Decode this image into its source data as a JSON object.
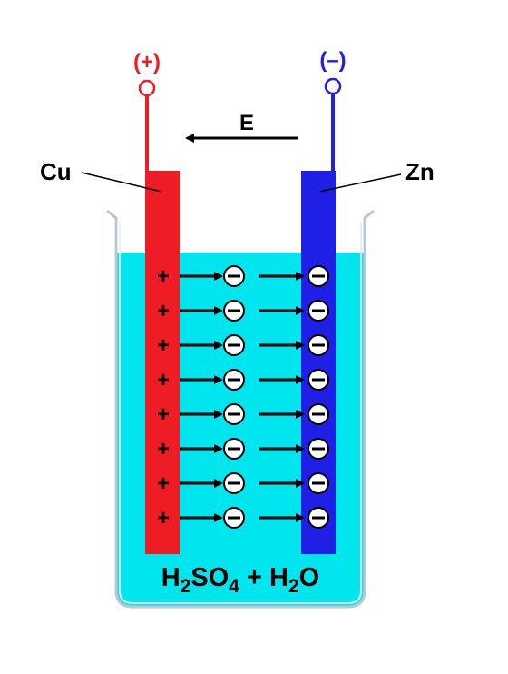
{
  "terminals": {
    "positive": {
      "label": "(+)",
      "color": "#ee1c24"
    },
    "negative": {
      "label": "(–)",
      "color": "#1f1fe6"
    }
  },
  "field": {
    "label": "E"
  },
  "electrodes": {
    "left": {
      "label": "Cu",
      "color": "#ee1c24"
    },
    "right": {
      "label": "Zn",
      "color": "#1f1fe6"
    }
  },
  "electrolyte": {
    "color": "#00e5ee",
    "formula": [
      {
        "text": "H",
        "sub": false
      },
      {
        "text": "2",
        "sub": true
      },
      {
        "text": "SO",
        "sub": false
      },
      {
        "text": "4",
        "sub": true
      },
      {
        "text": " + H",
        "sub": false
      },
      {
        "text": "2",
        "sub": true
      },
      {
        "text": "O",
        "sub": false
      }
    ]
  },
  "charges": {
    "rows": 8,
    "plus_symbol": "+",
    "minus_symbol": "–"
  },
  "icons": [
    "positive-terminal-icon",
    "negative-terminal-icon",
    "field-arrow-icon",
    "charge-arrow-icon",
    "anion-icon"
  ]
}
